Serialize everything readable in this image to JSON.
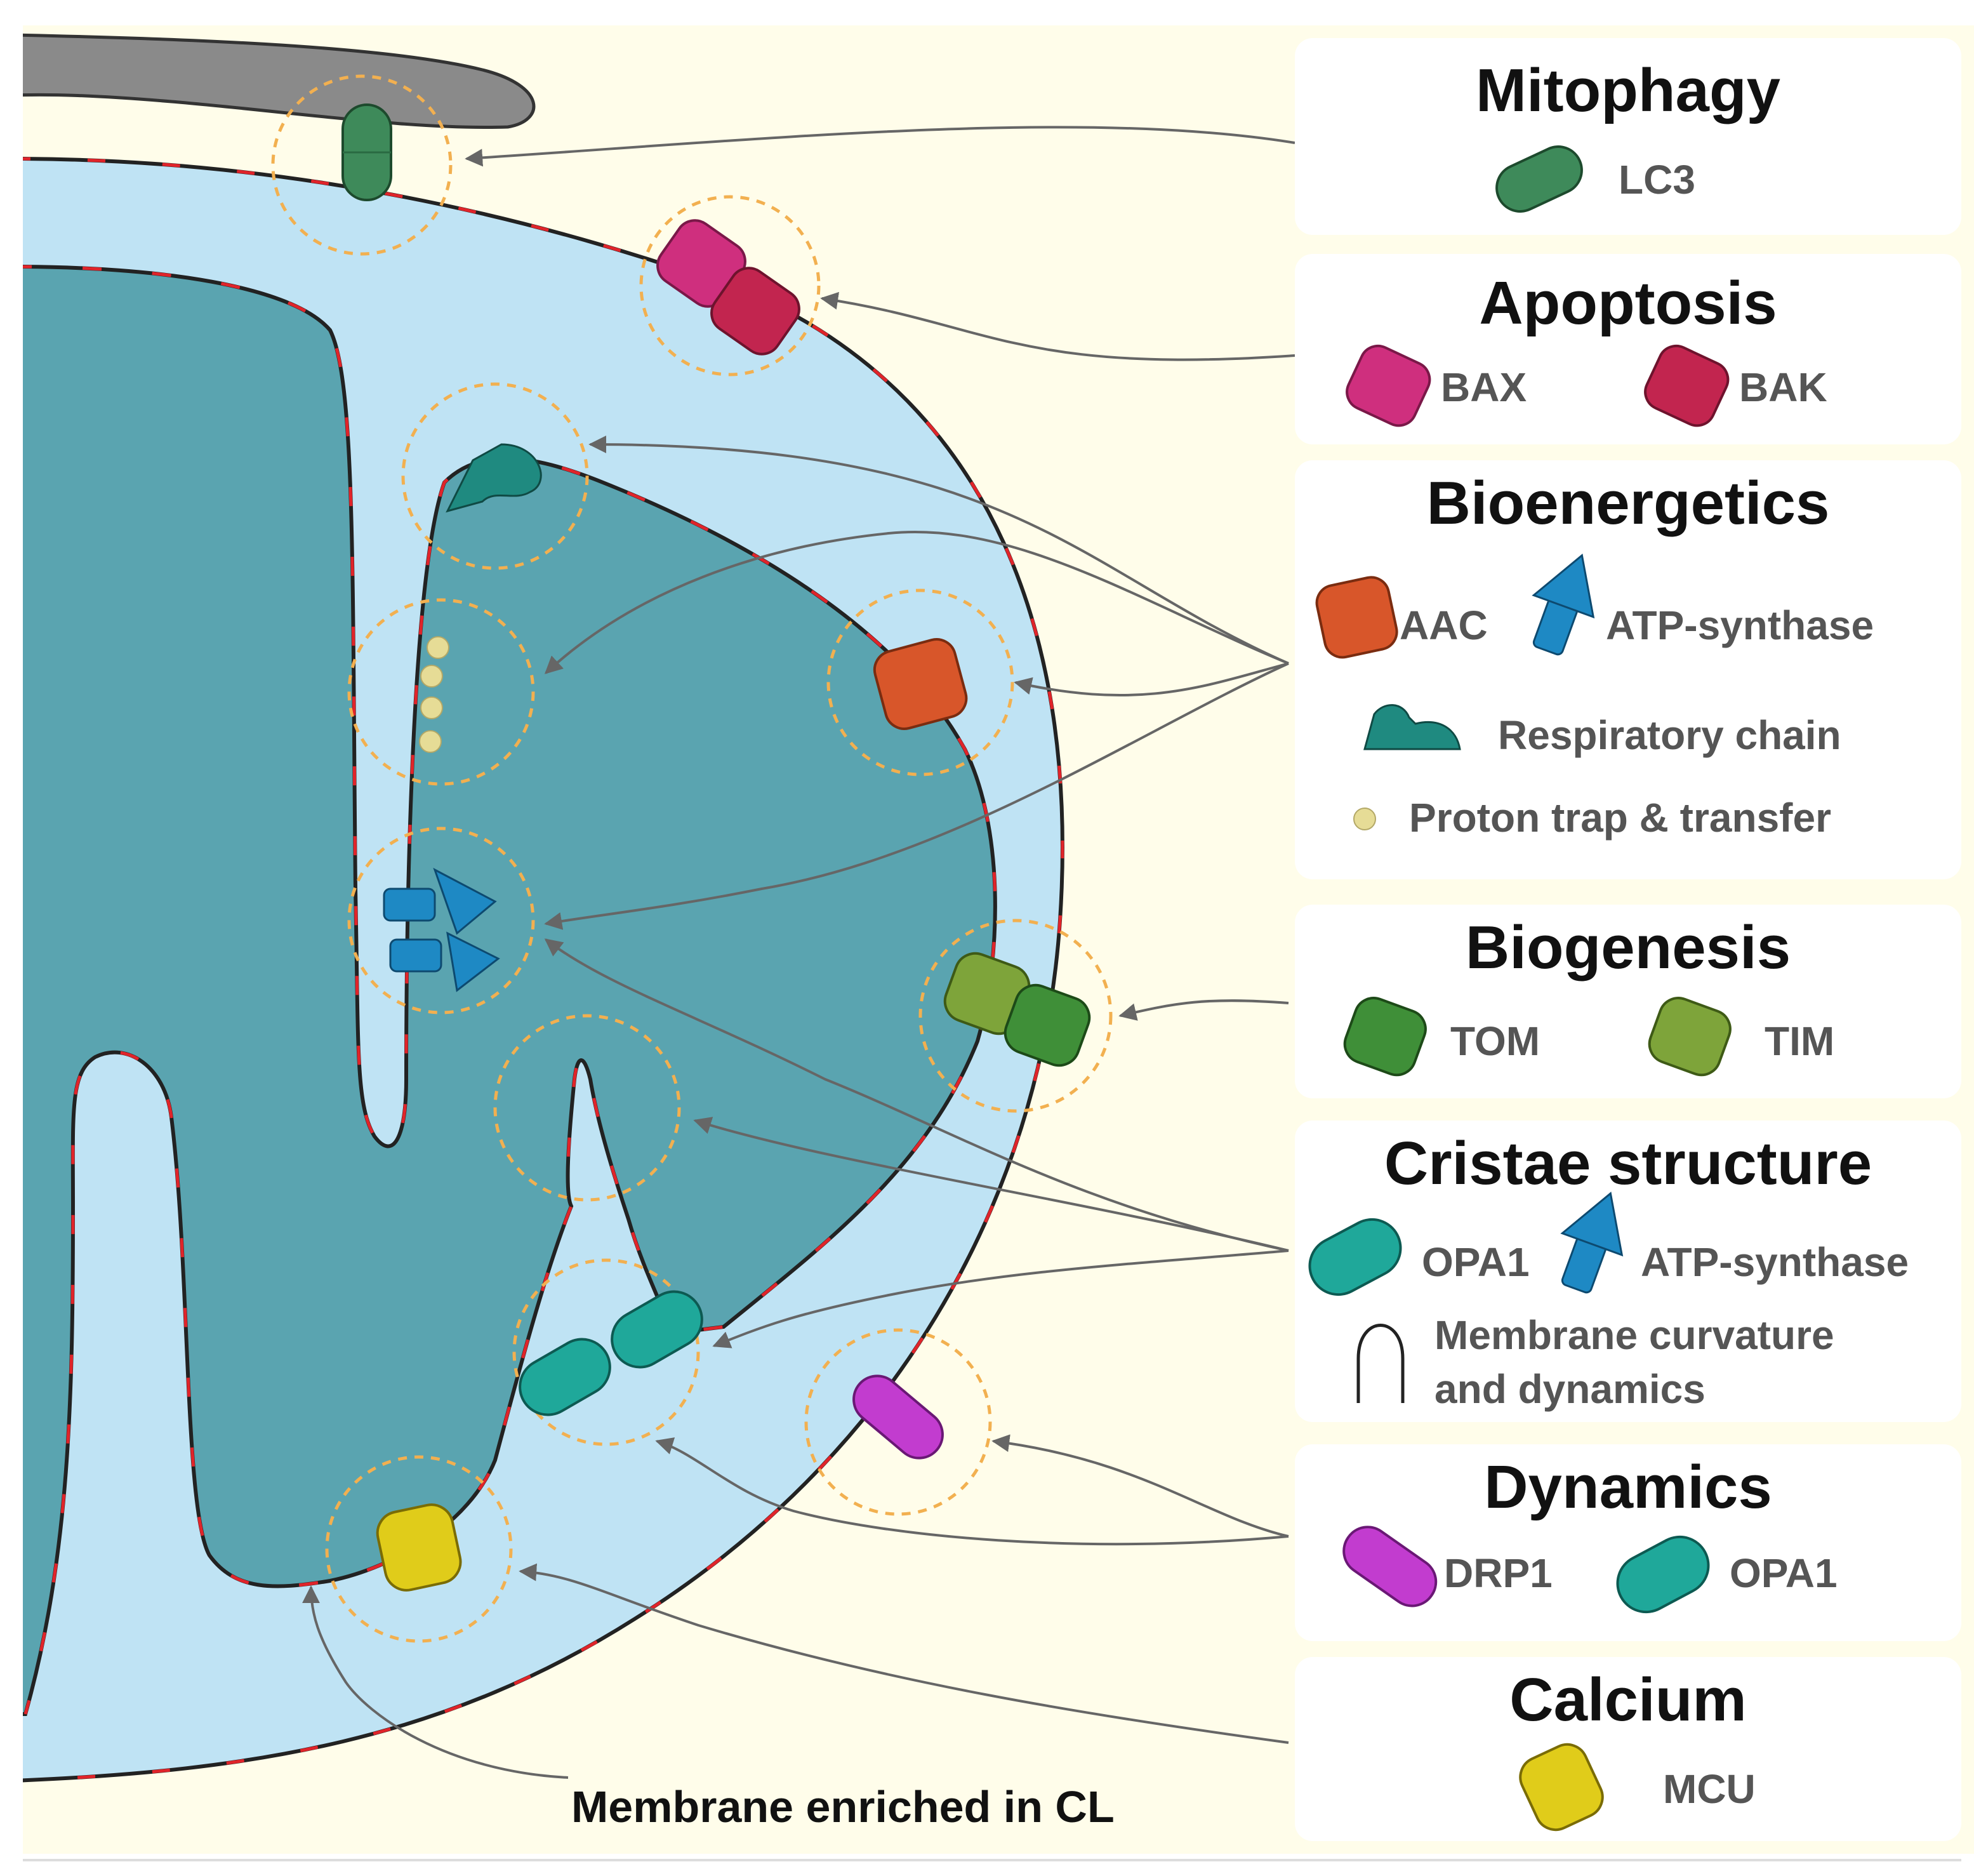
{
  "colors": {
    "background": "#fffdea",
    "outer_membrane_fill": "#bfe3f4",
    "matrix_fill": "#5aa4b0",
    "cl_stripe": "#e0242a",
    "highlight_ring": "#f2b050",
    "vesicle": "#8a8a8a",
    "lc3": "#3e8a5a",
    "bax": "#cf2f7e",
    "bak": "#c2254f",
    "aac": "#d8562a",
    "atp_synthase": "#1e89c4",
    "respiratory_chain": "#1f8a80",
    "proton": "#e6dc96",
    "tom": "#3f8f38",
    "tim": "#7ea43a",
    "opa1": "#1fa89a",
    "drp1": "#c23ccf",
    "mcu": "#e0cc1a"
  },
  "panels": [
    {
      "title": "Mitophagy",
      "items": [
        "LC3"
      ]
    },
    {
      "title": "Apoptosis",
      "items": [
        "BAX",
        "BAK"
      ]
    },
    {
      "title": "Bioenergetics",
      "items": [
        "AAC",
        "ATP-synthase",
        "Respiratory chain",
        "Proton trap & transfer"
      ]
    },
    {
      "title": "Biogenesis",
      "items": [
        "TOM",
        "TIM"
      ]
    },
    {
      "title": "Cristae structure",
      "items": [
        "OPA1",
        "ATP-synthase",
        "Membrane curvature",
        "and dynamics"
      ]
    },
    {
      "title": "Dynamics",
      "items": [
        "DRP1",
        "OPA1"
      ]
    },
    {
      "title": "Calcium",
      "items": [
        "MCU"
      ]
    }
  ],
  "caption": "Membrane enriched in CL"
}
